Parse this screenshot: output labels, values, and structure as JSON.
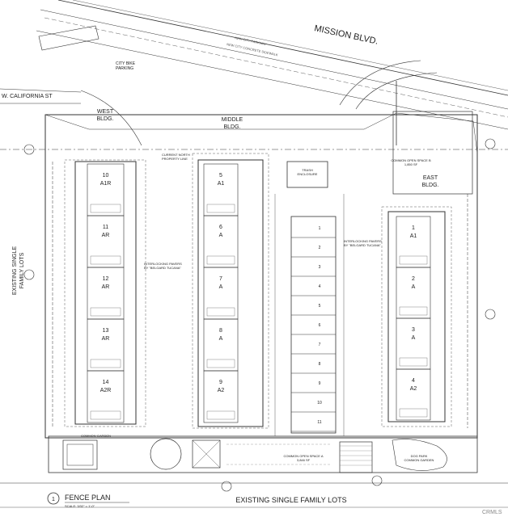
{
  "streets": {
    "mission": "MISSION BLVD.",
    "california": "W. CALIFORNIA ST",
    "bike_parking": "CITY BIKE\nPARKING",
    "new_concrete": "NEW CITY CONCRETE SIDEWALK",
    "new_parkway": "NEW CITY PARKWAY"
  },
  "buildings": {
    "west": "WEST\nBLDG.",
    "middle": "MIDDLE\nBLDG.",
    "east": "EAST\nBLDG.",
    "trash": "TRASH\nENCLOSURE",
    "property_line": "CURRENT NORTH\nPROPERTY LINE"
  },
  "west_units": [
    {
      "num": "10",
      "type": "A1R"
    },
    {
      "num": "11",
      "type": "AR"
    },
    {
      "num": "12",
      "type": "AR"
    },
    {
      "num": "13",
      "type": "AR"
    },
    {
      "num": "14",
      "type": "A2R"
    }
  ],
  "middle_units": [
    {
      "num": "5",
      "type": "A1"
    },
    {
      "num": "6",
      "type": "A"
    },
    {
      "num": "7",
      "type": "A"
    },
    {
      "num": "8",
      "type": "A"
    },
    {
      "num": "9",
      "type": "A2"
    }
  ],
  "east_units": [
    {
      "num": "1",
      "type": "A1"
    },
    {
      "num": "2",
      "type": "A"
    },
    {
      "num": "3",
      "type": "A"
    },
    {
      "num": "4",
      "type": "A2"
    }
  ],
  "parking_stalls": [
    "1",
    "2",
    "3",
    "4",
    "5",
    "6",
    "7",
    "8",
    "9",
    "10",
    "11"
  ],
  "annotations": {
    "side_lots": "EXISTING SINGLE\nFAMILY LOTS",
    "bottom_lots": "EXISTING SINGLE FAMILY LOTS",
    "pavers_west": "INTERLOCKING PAVERS\nBY \"BELGARD TUCANA\"",
    "pavers_east": "INTERLOCKING PAVERS\nBY \"BELGARD TUCANA\"",
    "common_garden": "COMMON GARDEN",
    "open_space_a": "COMMON OPEN SPACE A\n3,846 SF",
    "open_space_b": "COMMON OPEN SPACE B\n1,850 SF",
    "dog_park": "DOG PARK\nCOMMON GARDEN",
    "title_num": "1",
    "title": "FENCE PLAN",
    "scale": "SCALE: 3/32\" = 1'-0\"",
    "watermark": "CRMLS"
  }
}
